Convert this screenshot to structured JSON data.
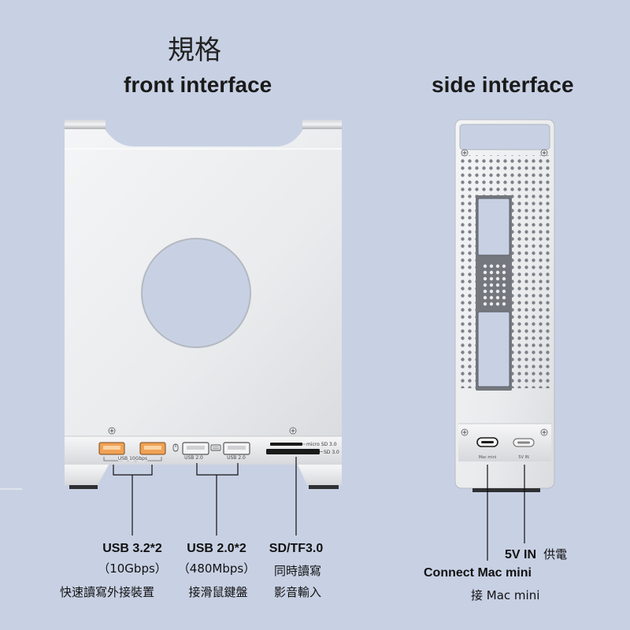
{
  "title": "規格",
  "front": {
    "heading": "front interface",
    "port_labels": {
      "usb32_small": "USB 10Gbps",
      "usb20_a": "USB 2.0",
      "usb20_b": "USB 2.0",
      "micro_sd": "micro SD 3.0",
      "sd": "SD 3.0"
    },
    "callouts": {
      "usb32": {
        "name": "USB 3.2*2",
        "spec": "（10Gbps）",
        "desc": "快速讀寫外接裝置"
      },
      "usb20": {
        "name": "USB 2.0*2",
        "spec": "（480Mbps）",
        "desc": "接滑鼠鍵盤"
      },
      "sdtf": {
        "name": "SD/TF3.0",
        "spec": "同時讀寫",
        "desc": "影音輸入"
      }
    }
  },
  "side": {
    "heading": "side interface",
    "port_labels": {
      "mac_mini": "Mac mini",
      "power": "5V IN"
    },
    "callouts": {
      "power": {
        "name": "5V IN",
        "desc": "供電"
      },
      "connect": {
        "name": "Connect Mac mini",
        "desc": "接 Mac mini"
      }
    }
  },
  "colors": {
    "background": "#c8d1e4",
    "aluminum": "#eef0f2",
    "usb32_accent": "#f0a255",
    "port_dark": "#1a1a1a"
  }
}
